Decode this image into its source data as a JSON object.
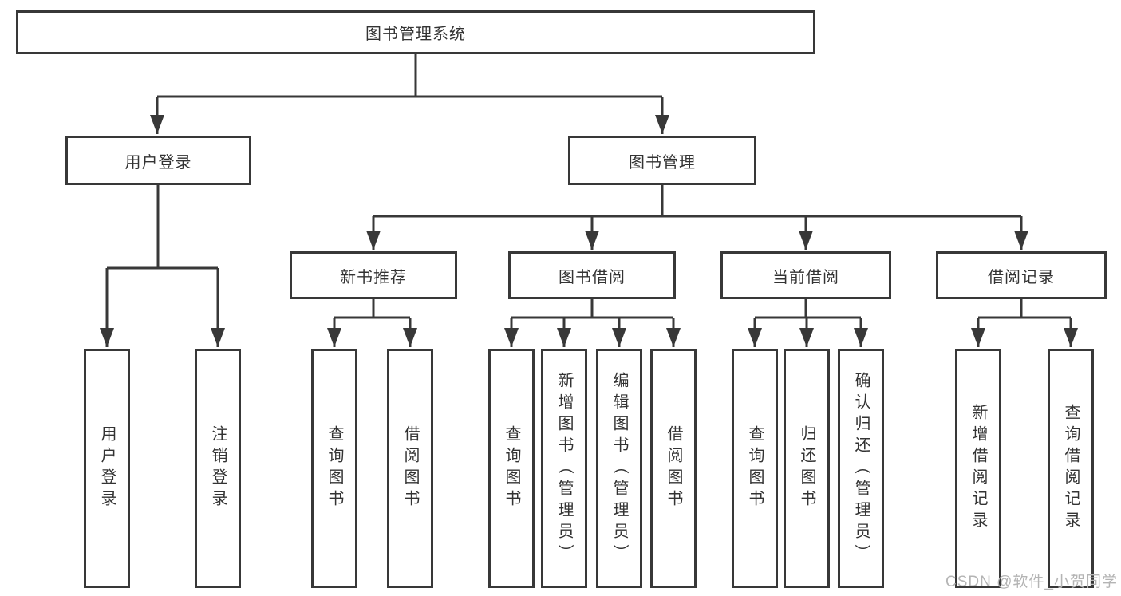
{
  "tree": {
    "label": "图书管理系统",
    "children": [
      {
        "label": "用户登录",
        "children": [
          {
            "label": "用户登录"
          },
          {
            "label": "注销登录"
          }
        ]
      },
      {
        "label": "图书管理",
        "children": [
          {
            "label": "新书推荐",
            "children": [
              {
                "label": "查询图书"
              },
              {
                "label": "借阅图书"
              }
            ]
          },
          {
            "label": "图书借阅",
            "children": [
              {
                "label": "查询图书"
              },
              {
                "label": "新增图书（管理员）"
              },
              {
                "label": "编辑图书（管理员）"
              },
              {
                "label": "借阅图书"
              }
            ]
          },
          {
            "label": "当前借阅",
            "children": [
              {
                "label": "查询图书"
              },
              {
                "label": "归还图书"
              },
              {
                "label": "确认归还（管理员）"
              }
            ]
          },
          {
            "label": "借阅记录",
            "children": [
              {
                "label": "新增借阅记录"
              },
              {
                "label": "查询借阅记录"
              }
            ]
          }
        ]
      }
    ]
  },
  "watermark": {
    "text": "CSDN @软件_小贺同学"
  },
  "colors": {
    "line": "#383838",
    "box_border": "#383838",
    "text": "#333333",
    "watermark": "#b4b4b4"
  }
}
